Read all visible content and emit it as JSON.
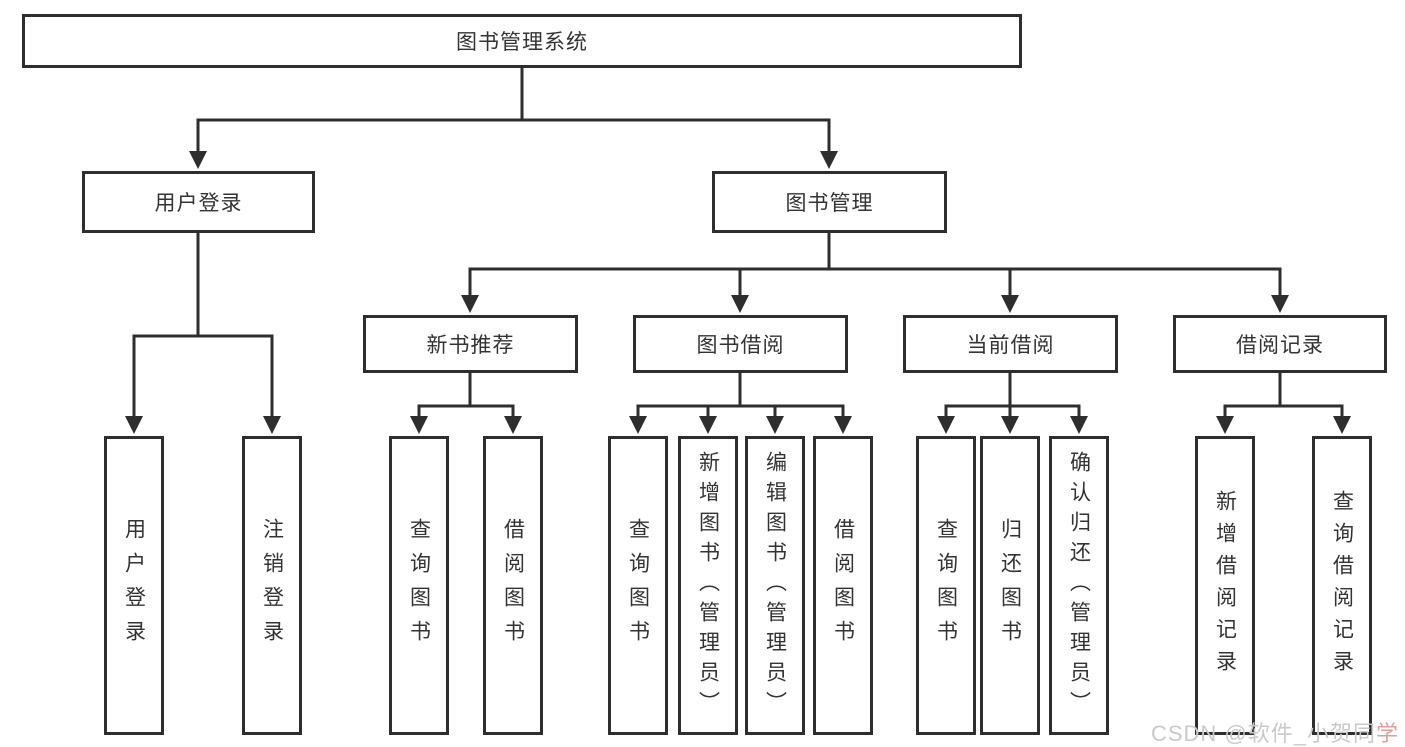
{
  "tree": {
    "root": "图书管理系统",
    "level1": [
      "用户登录",
      "图书管理"
    ],
    "level2": [
      "新书推荐",
      "图书借阅",
      "当前借阅",
      "借阅记录"
    ],
    "groups": {
      "user_login": [
        "用户登录",
        "注销登录"
      ],
      "new_book_recommend": [
        "查询图书",
        "借阅图书"
      ],
      "book_borrow": [
        "查询图书",
        "新增图书（管理员）",
        "编辑图书（管理员）",
        "借阅图书"
      ],
      "current_borrow": [
        "查询图书",
        "归还图书",
        "确认归还（管理员）"
      ],
      "borrow_records": [
        "新增借阅记录",
        "查询借阅记录"
      ]
    }
  },
  "colors": {
    "line": "#2e2e2e",
    "box_border": "#2e2e2e",
    "text": "#333333",
    "watermark_gray": "#c9c9c9",
    "watermark_red": "#e49d96"
  },
  "watermark": {
    "prefix": "CSDN @软件_小贺同",
    "suffix": "学"
  }
}
